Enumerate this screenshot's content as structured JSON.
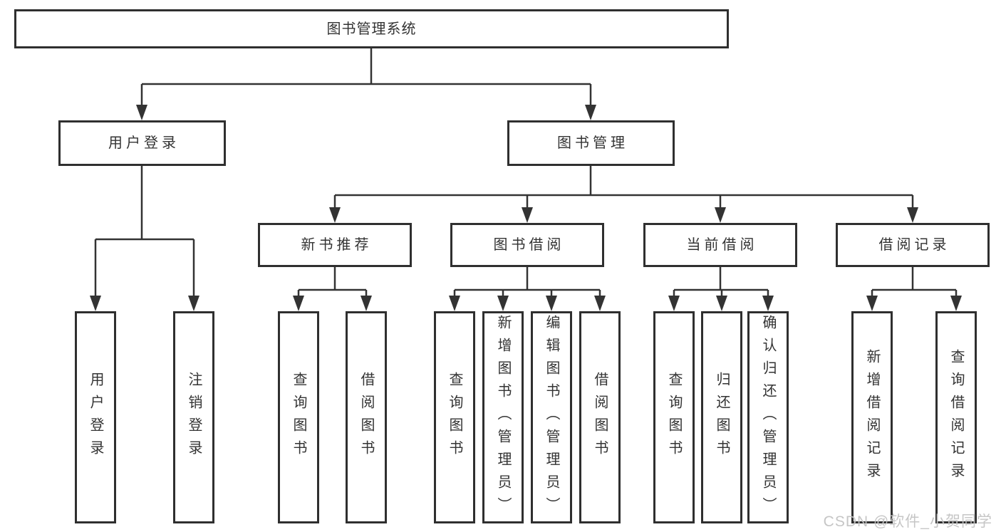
{
  "tree": {
    "root": {
      "label": "图书管理系统"
    },
    "branches": [
      {
        "label": "用户登录",
        "children": [
          {
            "label": "用户登录"
          },
          {
            "label": "注销登录"
          }
        ]
      },
      {
        "label": "图书管理",
        "children": [
          {
            "label": "新书推荐",
            "children": [
              {
                "label": "查询图书"
              },
              {
                "label": "借阅图书"
              }
            ]
          },
          {
            "label": "图书借阅",
            "children": [
              {
                "label": "查询图书"
              },
              {
                "label": "新增图书（管理员）"
              },
              {
                "label": "编辑图书（管理员）"
              },
              {
                "label": "借阅图书"
              }
            ]
          },
          {
            "label": "当前借阅",
            "children": [
              {
                "label": "查询图书"
              },
              {
                "label": "归还图书"
              },
              {
                "label": "确认归还（管理员）"
              }
            ]
          },
          {
            "label": "借阅记录",
            "children": [
              {
                "label": "新增借阅记录"
              },
              {
                "label": "查询借阅记录"
              }
            ]
          }
        ]
      }
    ]
  },
  "watermark": {
    "text": "CSDN @软件_小贺同学"
  },
  "colors": {
    "background": "#ffffff",
    "box_border": "#2f2f2f",
    "connector_line": "#333333",
    "text": "#333333",
    "watermark_text": "#c3c3c3"
  }
}
